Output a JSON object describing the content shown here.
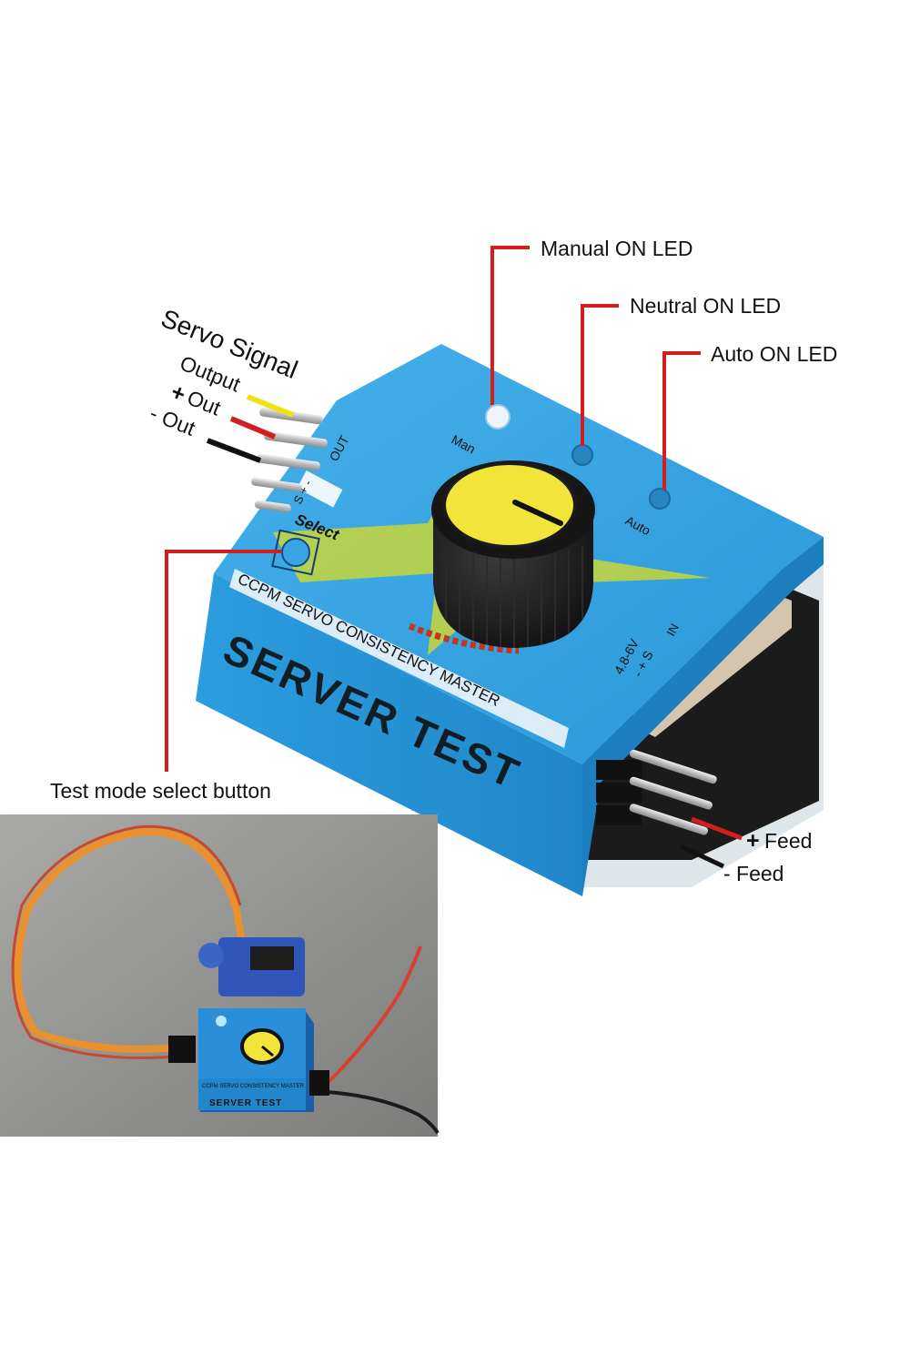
{
  "callouts": {
    "manual_led": "Manual ON LED",
    "neutral_led": "Neutral ON LED",
    "auto_led": "Auto ON LED",
    "select_button": "Test mode select button",
    "servo_signal": "Servo Signal",
    "output": "Output",
    "plus_out_sign": "+",
    "plus_out": "Out",
    "minus_out": "- Out",
    "plus_feed_sign": "+",
    "plus_feed": "Feed",
    "minus_feed": "- Feed"
  },
  "device": {
    "brand_line": "CCPM SERVO CONSISTENCY MASTER",
    "title": "SERVER TEST",
    "select_label": "Select",
    "led_manual": "Man",
    "led_auto": "Auto",
    "out_label": "OUT",
    "out_pins": "S + -",
    "input_label": "4.8-6V",
    "input_pins": "- + S",
    "input_tag": "IN"
  },
  "photo": {
    "device_title": "SERVER TEST",
    "device_brand": "CCPM SERVO CONSISTENCY MASTER"
  },
  "colors": {
    "callout_line": "#d21e1e",
    "device_blue": "#1f93d6",
    "knob_cap": "#f2e53a",
    "wire_signal": "#f0e014",
    "wire_plus": "#d21e1e",
    "wire_minus": "#111111"
  }
}
